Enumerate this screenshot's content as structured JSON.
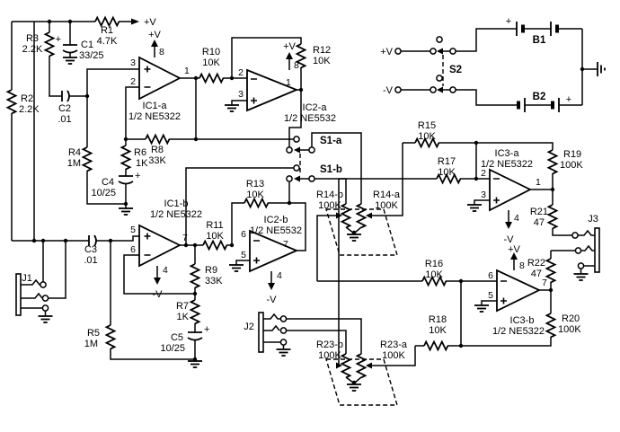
{
  "schematic": {
    "power_labels": {
      "plus": "+V",
      "minus": "-V"
    },
    "polarity_mark": "+",
    "pins": {
      "p1": "1",
      "p2": "2",
      "p3": "3",
      "p4": "4",
      "p5": "5",
      "p6": "6",
      "p7": "7",
      "p8": "8"
    },
    "components": {
      "r1": {
        "ref": "R1",
        "val": "4.7K"
      },
      "r2": {
        "ref": "R2",
        "val": "2.2K"
      },
      "r3": {
        "ref": "R3",
        "val": "2.2K"
      },
      "r4": {
        "ref": "R4",
        "val": "1M"
      },
      "r5": {
        "ref": "R5",
        "val": "1M"
      },
      "r6": {
        "ref": "R6",
        "val": "1K"
      },
      "r7": {
        "ref": "R7",
        "val": "1K"
      },
      "r8": {
        "ref": "R8",
        "val": "33K"
      },
      "r9": {
        "ref": "R9",
        "val": "33K"
      },
      "r10": {
        "ref": "R10",
        "val": "10K"
      },
      "r11": {
        "ref": "R11",
        "val": "10K"
      },
      "r12": {
        "ref": "R12",
        "val": "10K"
      },
      "r13": {
        "ref": "R13",
        "val": "10K"
      },
      "r14a": {
        "ref": "R14-a",
        "val": "100K"
      },
      "r14b": {
        "ref": "R14-b",
        "val": "100K"
      },
      "r15": {
        "ref": "R15",
        "val": "10K"
      },
      "r16": {
        "ref": "R16",
        "val": "10K"
      },
      "r17": {
        "ref": "R17",
        "val": "10K"
      },
      "r18": {
        "ref": "R18",
        "val": "10K"
      },
      "r19": {
        "ref": "R19",
        "val": "100K"
      },
      "r20": {
        "ref": "R20",
        "val": "100K"
      },
      "r21": {
        "ref": "R21",
        "val": "47"
      },
      "r22": {
        "ref": "R22",
        "val": "47"
      },
      "r23a": {
        "ref": "R23-a",
        "val": "100K"
      },
      "r23b": {
        "ref": "R23-b",
        "val": "100K"
      },
      "c1": {
        "ref": "C1",
        "val": "33/25"
      },
      "c2": {
        "ref": "C2",
        "val": ".01"
      },
      "c3": {
        "ref": "C3",
        "val": ".01"
      },
      "c4": {
        "ref": "C4",
        "val": "10/25"
      },
      "c5": {
        "ref": "C5",
        "val": "10/25"
      },
      "ic1a": {
        "ref": "IC1-a",
        "val": "1/2 NE5322"
      },
      "ic1b": {
        "ref": "IC1-b",
        "val": "1/2 NE5322"
      },
      "ic2a": {
        "ref": "IC2-a",
        "val": "1/2 NE5532"
      },
      "ic2b": {
        "ref": "IC2-b",
        "val": "1/2 NE5532"
      },
      "ic3a": {
        "ref": "IC3-a",
        "val": "1/2 NE5322"
      },
      "ic3b": {
        "ref": "IC3-b",
        "val": "1/2 NE5322"
      },
      "j1": {
        "ref": "J1"
      },
      "j2": {
        "ref": "J2"
      },
      "j3": {
        "ref": "J3"
      },
      "s1a": {
        "ref": "S1-a"
      },
      "s1b": {
        "ref": "S1-b"
      },
      "s2": {
        "ref": "S2"
      },
      "b1": {
        "ref": "B1"
      },
      "b2": {
        "ref": "B2"
      }
    }
  }
}
